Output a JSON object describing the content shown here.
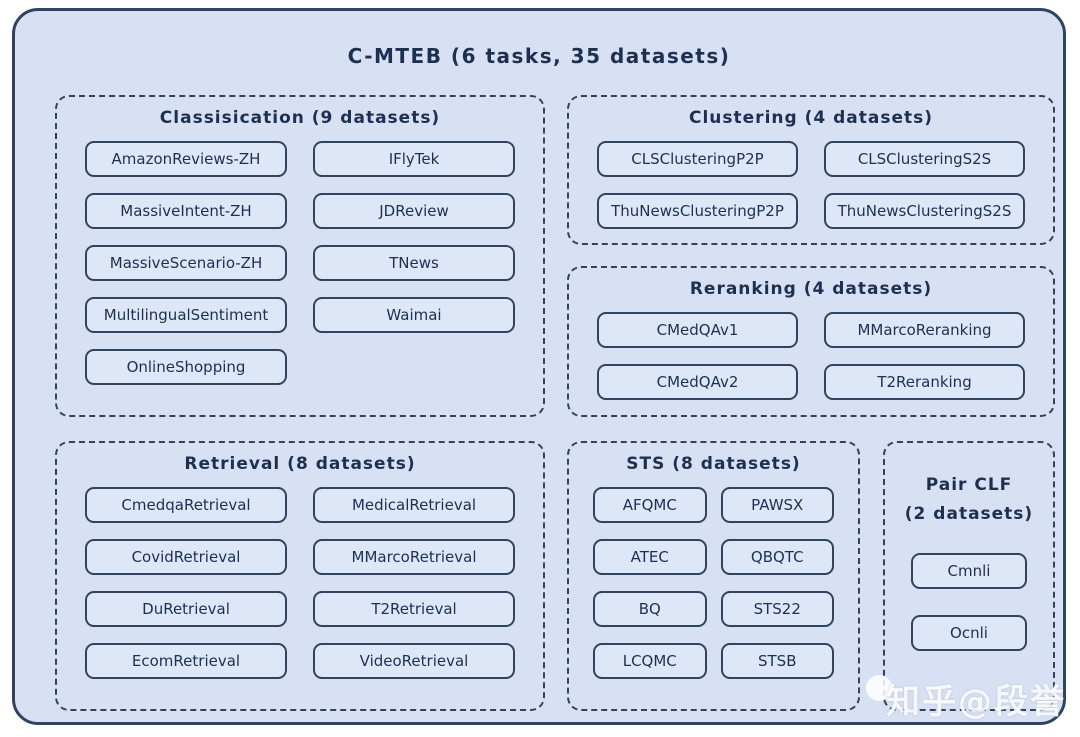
{
  "title": "C-MTEB (6 tasks, 35 datasets)",
  "colors": {
    "frame_fill": "#d8e1f4",
    "node_fill": "#dde7f7",
    "border": "#31445f",
    "text": "#1e3050",
    "watermark": "#ffffff"
  },
  "sections": {
    "classification": {
      "title": "Classisication (9 datasets)",
      "items": [
        "AmazonReviews-ZH",
        "IFlyTek",
        "MassiveIntent-ZH",
        "JDReview",
        "MassiveScenario-ZH",
        "TNews",
        "MultilingualSentiment",
        "Waimai",
        "OnlineShopping"
      ]
    },
    "clustering": {
      "title": "Clustering (4 datasets)",
      "items": [
        "CLSClusteringP2P",
        "CLSClusteringS2S",
        "ThuNewsClusteringP2P",
        "ThuNewsClusteringS2S"
      ]
    },
    "reranking": {
      "title": "Reranking (4 datasets)",
      "items": [
        "CMedQAv1",
        "MMarcoReranking",
        "CMedQAv2",
        "T2Reranking"
      ]
    },
    "retrieval": {
      "title": "Retrieval (8 datasets)",
      "items": [
        "CmedqaRetrieval",
        "MedicalRetrieval",
        "CovidRetrieval",
        "MMarcoRetrieval",
        "DuRetrieval",
        "T2Retrieval",
        "EcomRetrieval",
        "VideoRetrieval"
      ]
    },
    "sts": {
      "title": "STS (8 datasets)",
      "items": [
        "AFQMC",
        "PAWSX",
        "ATEC",
        "QBQTC",
        "BQ",
        "STS22",
        "LCQMC",
        "STSB"
      ]
    },
    "pair_clf": {
      "title_line1": "Pair CLF",
      "title_line2": "(2 datasets)",
      "items": [
        "Cmnli",
        "Ocnli"
      ]
    }
  },
  "watermark": "知乎@段誉"
}
